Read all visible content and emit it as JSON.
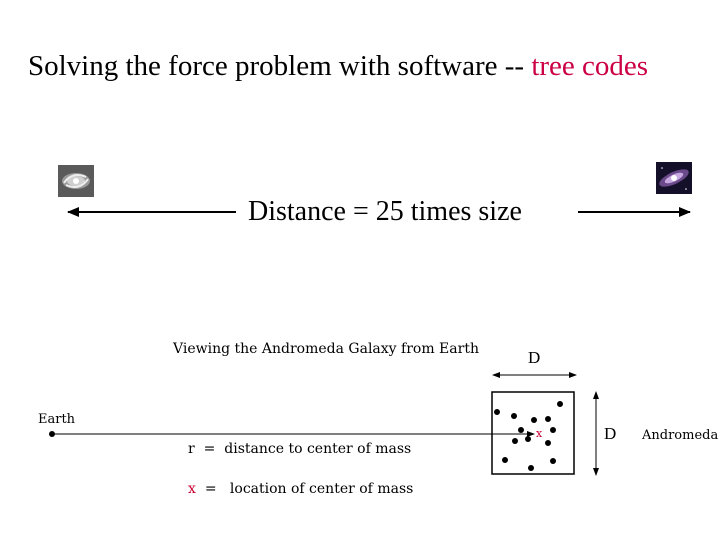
{
  "title": {
    "main": "Solving the force problem with software -- ",
    "accent": "tree codes"
  },
  "distance_label": "Distance = 25 times size",
  "viewing_label": "Viewing the Andromeda Galaxy from Earth",
  "earth_label": "Earth",
  "andromeda_label": "Andromeda",
  "d_horizontal": "D",
  "d_vertical": "D",
  "legend_r": {
    "symbol": "r",
    "equals": "=",
    "text": "distance to center of mass"
  },
  "legend_x": {
    "symbol": "x",
    "equals": "=",
    "text": "location of center of mass"
  },
  "center_mark": "x",
  "colors": {
    "accent": "#cc0044",
    "text": "#000000"
  }
}
